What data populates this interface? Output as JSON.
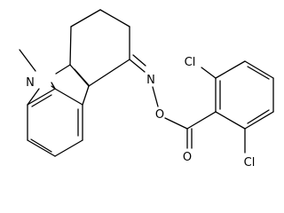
{
  "molecule": {
    "atoms": {
      "n_methyl": "N",
      "n_oxime": "N",
      "o_ester_link": "O",
      "o_carbonyl": "O",
      "cl_top": "Cl",
      "cl_bottom": "Cl"
    },
    "colors": {
      "bond": "#000000",
      "label": "#000000",
      "background": "#ffffff"
    }
  }
}
